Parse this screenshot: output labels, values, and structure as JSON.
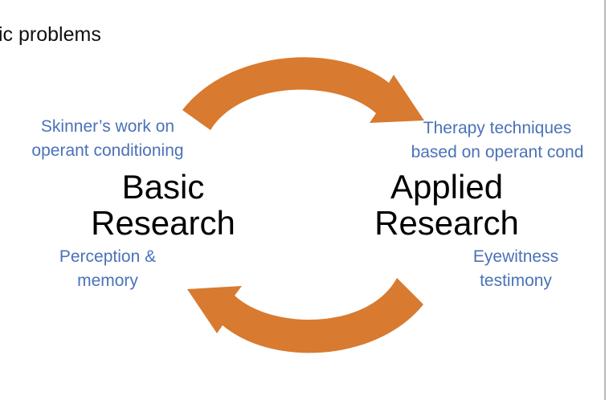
{
  "slide": {
    "heading_text": "ic problems",
    "accent_color": "#d87a2f",
    "label_color": "#4a72b8",
    "basic": {
      "line1": "Basic",
      "line2": "Research",
      "example_top_line1": "Skinner’s work on",
      "example_top_line2": "operant conditioning",
      "example_bottom_line1": "Perception &",
      "example_bottom_line2": "memory"
    },
    "applied": {
      "line1": "Applied",
      "line2": "Research",
      "example_top_line1": "Therapy techniques",
      "example_top_line2": "based on operant cond",
      "example_bottom_line1": "Eyewitness",
      "example_bottom_line2": "testimony"
    }
  }
}
